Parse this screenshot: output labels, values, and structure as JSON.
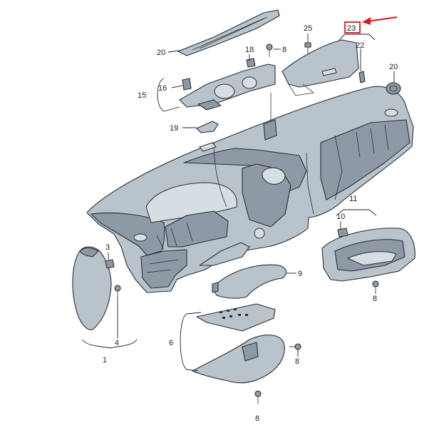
{
  "labels": {
    "l1": "1",
    "l3": "3",
    "l4": "4",
    "l6": "6",
    "l8a": "8",
    "l8b": "8",
    "l8c": "8",
    "l8d": "8",
    "l9": "9",
    "l10": "10",
    "l11": "11",
    "l15": "15",
    "l16": "16",
    "l18": "18",
    "l19": "19",
    "l20a": "20",
    "l20b": "20",
    "l22": "22",
    "l23": "23",
    "l25": "25"
  },
  "colors": {
    "highlight": "#e0161b",
    "part_fill": "#b9c3cc",
    "outline": "#2a2f35"
  }
}
